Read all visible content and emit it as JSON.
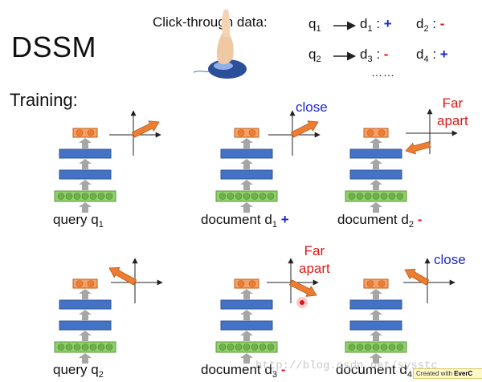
{
  "title": "DSSM",
  "clickthrough": {
    "label": "Click-through data:",
    "rows": [
      [
        {
          "q": "q",
          "qs": "1",
          "d": "d",
          "ds": "1",
          "sign": "+"
        },
        {
          "d": "d",
          "ds": "2",
          "sign": "-"
        }
      ],
      [
        {
          "q": "q",
          "qs": "2",
          "d": "d",
          "ds": "3",
          "sign": "-"
        },
        {
          "d": "d",
          "ds": "4",
          "sign": "+"
        }
      ]
    ],
    "ellipsis": "……"
  },
  "training_label": "Training:",
  "captions": {
    "r1": [
      {
        "text": "query q",
        "sub": "1",
        "sign": ""
      },
      {
        "text": "document d",
        "sub": "1",
        "sign": "+"
      },
      {
        "text": "document d",
        "sub": "2",
        "sign": "-"
      }
    ],
    "r2": [
      {
        "text": "query q",
        "sub": "2",
        "sign": ""
      },
      {
        "text": "document d",
        "sub": "3",
        "sign": "-"
      },
      {
        "text": "document d",
        "sub": "4",
        "sign": ""
      }
    ]
  },
  "notes": {
    "close": "close",
    "far_line1": "Far",
    "far_line2": "apart"
  },
  "watermark": "http://blog.csdn.net/sysstc",
  "badge": {
    "prefix": "Created with ",
    "brand": "EverC"
  },
  "colors": {
    "blue_layer": "#4472c4",
    "green_layer": "#8fcf6c",
    "orange_layer": "#ed7d31",
    "gray_arrow": "#a6a6a6",
    "plus": "#1f28c8",
    "minus": "#e01818"
  }
}
